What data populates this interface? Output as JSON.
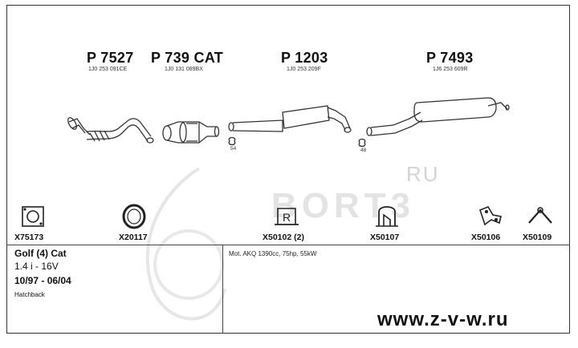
{
  "parts": [
    {
      "code": "P 7527",
      "ref": "1J0 253 091CE"
    },
    {
      "code": "P 739 CAT",
      "ref": "1J0 131 089BX"
    },
    {
      "code": "P 1203",
      "ref": "1J0 253 209F"
    },
    {
      "code": "P 7493",
      "ref": "1J6 253 609R"
    }
  ],
  "hanger_numbers": [
    "54",
    "48"
  ],
  "accessories": [
    {
      "code": "X75173",
      "icon": "gasket-square-icon"
    },
    {
      "code": "X20117",
      "icon": "ring-gasket-icon"
    },
    {
      "code": "X50102 (2)",
      "icon": "rubber-hanger-icon"
    },
    {
      "code": "X50107",
      "icon": "rubber-mount-icon"
    },
    {
      "code": "X50106",
      "icon": "bracket-icon"
    },
    {
      "code": "X50109",
      "icon": "v-hanger-icon"
    }
  ],
  "vehicle": {
    "model": "Golf (4) Cat",
    "engine": "1.4 i - 16V",
    "years": "10/97 - 06/04",
    "body": "Hatchback"
  },
  "motor_info": "Mot. AKQ 1390cc, 75hp, 55kW",
  "watermark": {
    "ru": "RU",
    "main": "BORT3"
  },
  "site": "www.z-v-w.ru",
  "colors": {
    "line": "#333333",
    "text": "#111111",
    "watermark": "#e3e3e3"
  }
}
